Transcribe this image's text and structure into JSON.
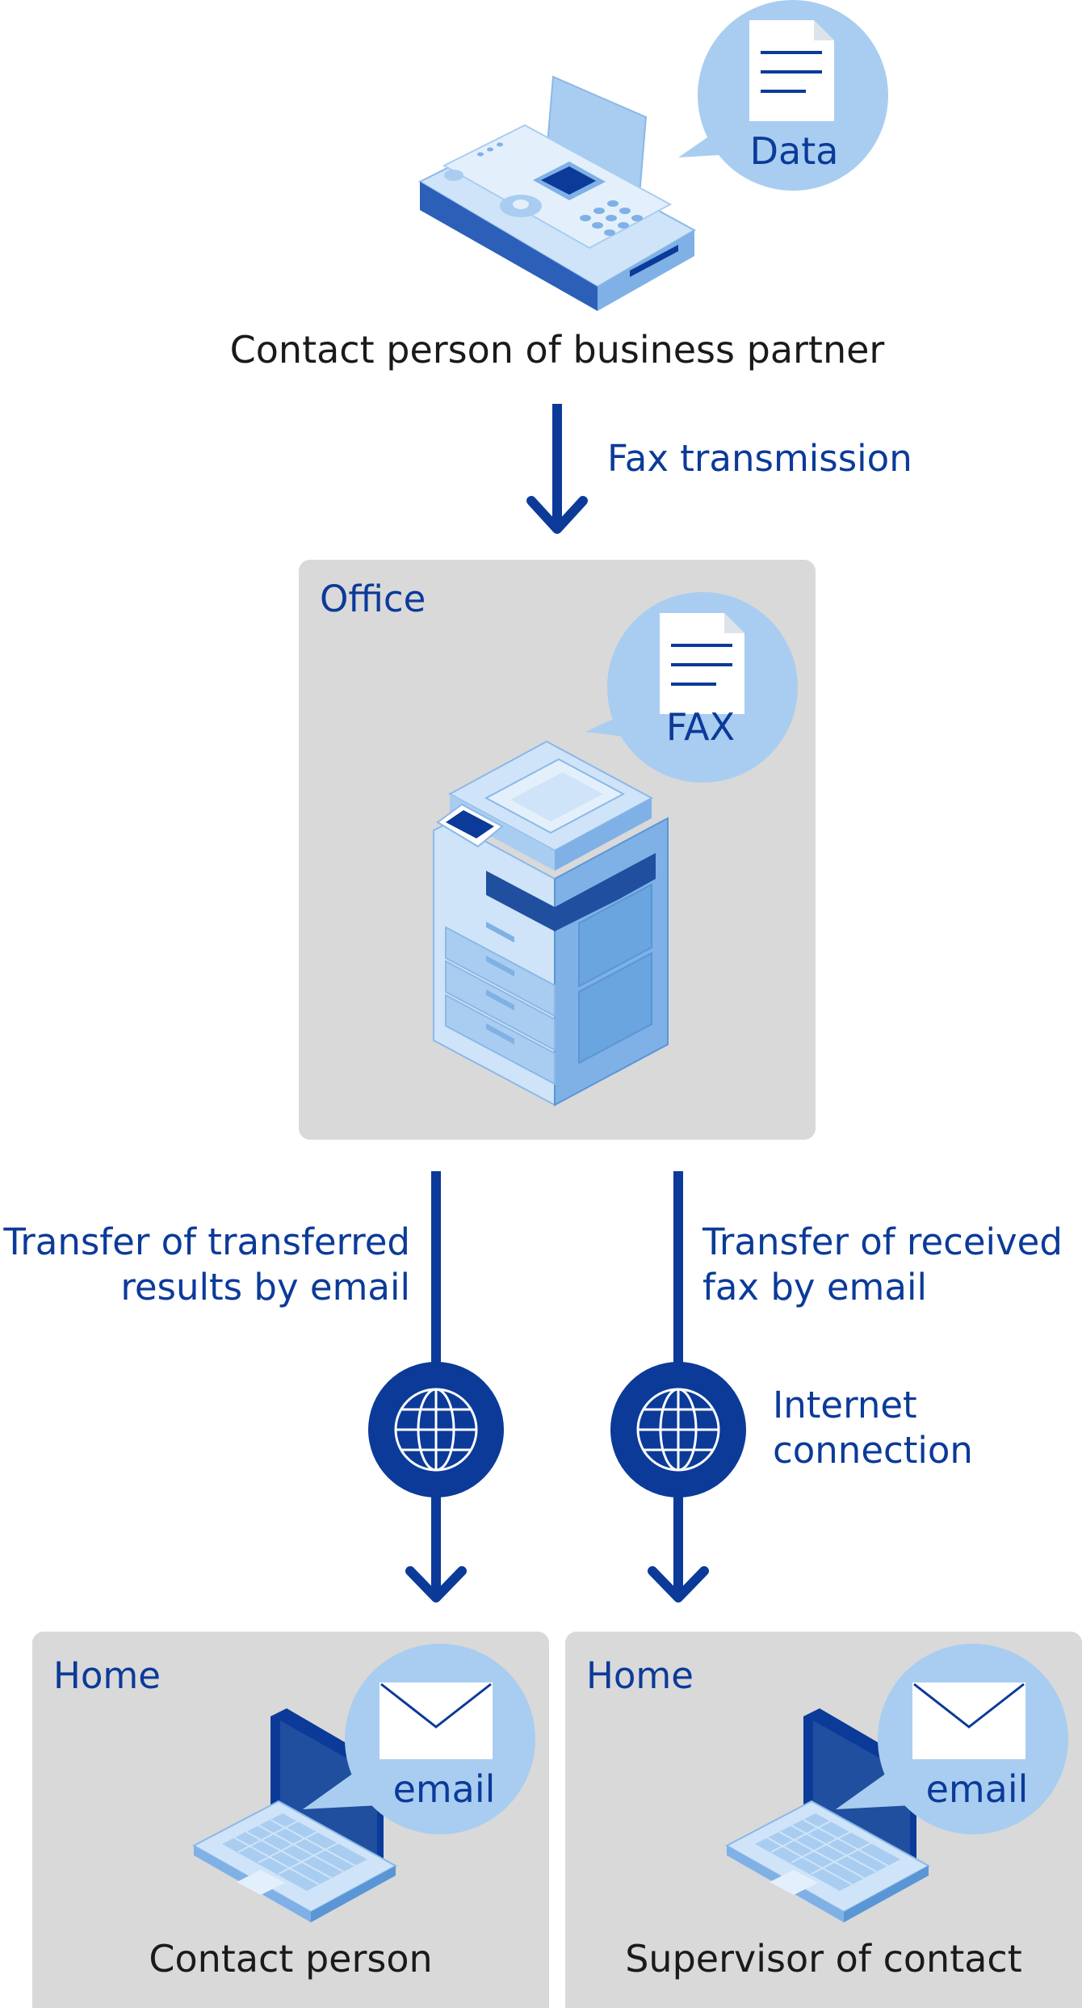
{
  "sender": {
    "bubble": "Data",
    "caption": "Contact person of business partner"
  },
  "flow_fax": "Fax transmission",
  "office": {
    "title": "Office",
    "bubble": "FAX"
  },
  "flow_left": {
    "line1": "Transfer of transferred",
    "line2": "results by email"
  },
  "flow_right": {
    "line1": "Transfer of received",
    "line2": "fax by email"
  },
  "internet": {
    "line1": "Internet",
    "line2": "connection"
  },
  "home_left": {
    "title": "Home",
    "bubble": "email",
    "caption": "Contact person"
  },
  "home_right": {
    "title": "Home",
    "bubble": "email",
    "caption": "Supervisor of contact"
  },
  "colors": {
    "navy": "#0b3a99",
    "light_blue": "#a9cdf0",
    "panel_gray": "#d9d9d9"
  }
}
